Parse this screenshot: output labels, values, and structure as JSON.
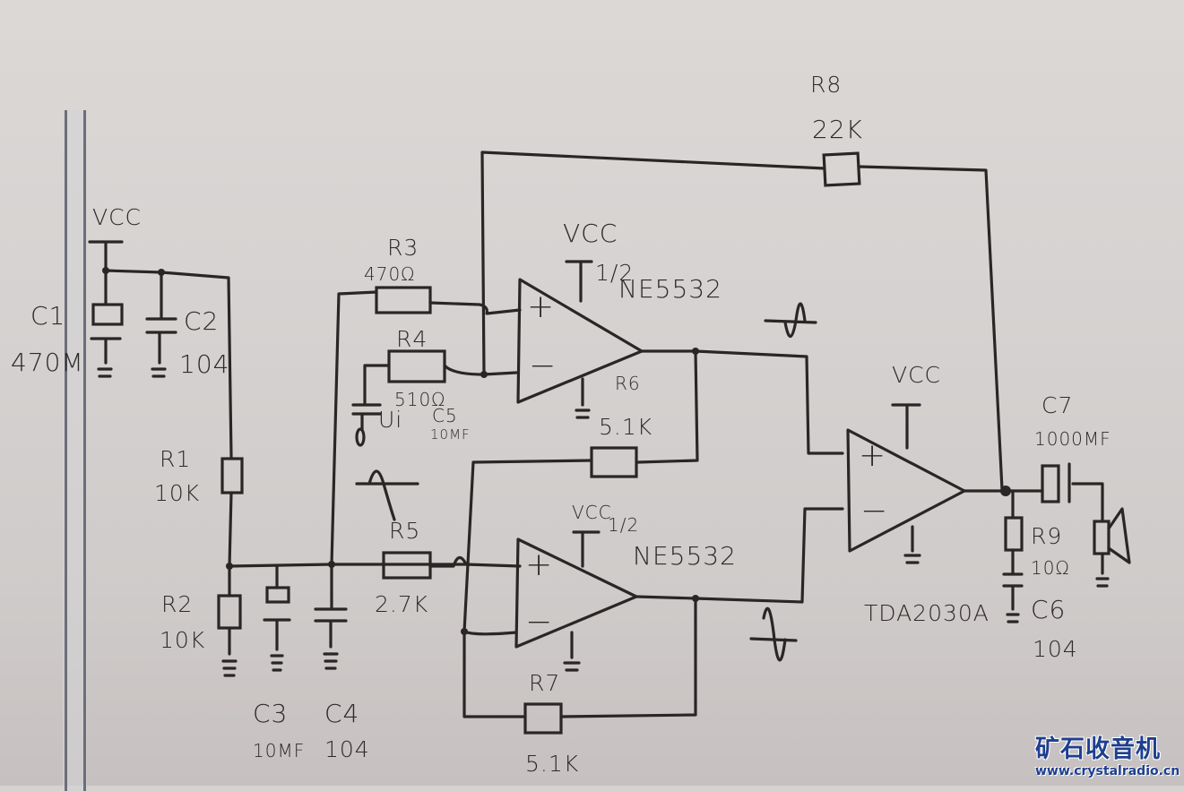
{
  "diagram": {
    "type": "hand-drawn circuit schematic",
    "description": "Bridged amplifier using NE5532 dual op-amp driving TDA2030A power amplifier",
    "supply_labels": [
      "VCC",
      "VCC",
      "VCC",
      "VCC"
    ],
    "components": {
      "C1": {
        "name": "C1",
        "value": "470M",
        "kind": "electrolytic capacitor"
      },
      "C2": {
        "name": "C2",
        "value": "104",
        "kind": "capacitor"
      },
      "R1": {
        "name": "R1",
        "value": "10K",
        "kind": "resistor"
      },
      "R2": {
        "name": "R2",
        "value": "10K",
        "kind": "resistor"
      },
      "C3": {
        "name": "C3",
        "value": "10MF",
        "kind": "electrolytic capacitor"
      },
      "C4": {
        "name": "C4",
        "value": "104",
        "kind": "capacitor"
      },
      "R3": {
        "name": "R3",
        "value": "470Ω",
        "kind": "resistor"
      },
      "R4": {
        "name": "R4",
        "value": "510Ω",
        "kind": "resistor"
      },
      "C5": {
        "name": "C5",
        "value": "10MF",
        "kind": "capacitor"
      },
      "R5": {
        "name": "R5",
        "value": "2.7K",
        "kind": "resistor"
      },
      "R6": {
        "name": "R6",
        "value": "5.1K",
        "kind": "resistor"
      },
      "R7": {
        "name": "R7",
        "value": "5.1K",
        "kind": "resistor"
      },
      "R8": {
        "name": "R8",
        "value": "22K",
        "kind": "resistor"
      },
      "R9": {
        "name": "R9",
        "value": "10Ω",
        "kind": "resistor"
      },
      "C6": {
        "name": "C6",
        "value": "104",
        "kind": "capacitor"
      },
      "C7": {
        "name": "C7",
        "value": "1000MF",
        "kind": "electrolytic capacitor"
      }
    },
    "ics": {
      "U1A": {
        "half": "1/2",
        "part": "NE5532",
        "plus": "+",
        "minus": "−"
      },
      "U1B": {
        "half": "1/2",
        "part": "NE5532",
        "plus": "+",
        "minus": "−"
      },
      "U2": {
        "part": "TDA2030A",
        "plus": "+",
        "minus": "−"
      }
    },
    "input_label": "Ui"
  },
  "watermark": {
    "title": "矿石收音机",
    "url": "www.crystalradio.cn",
    "color": "#1e3f8f"
  }
}
